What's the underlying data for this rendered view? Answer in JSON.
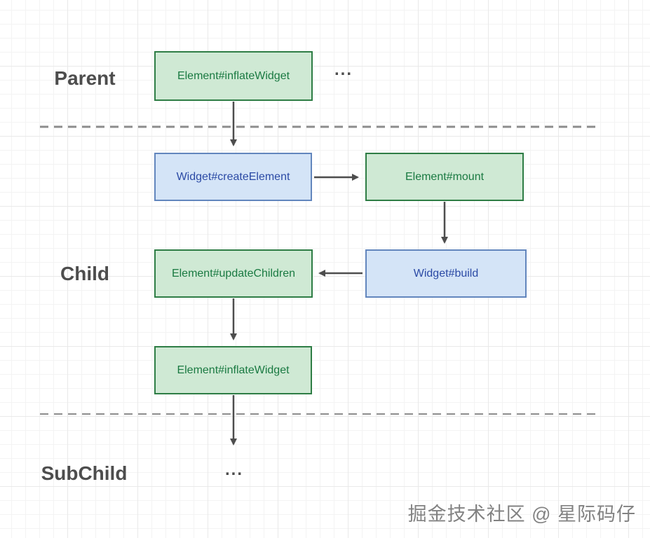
{
  "diagram": {
    "labels": {
      "parent": "Parent",
      "child": "Child",
      "subchild": "SubChild"
    },
    "boxes": {
      "inflate_top": "Element#inflateWidget",
      "create_element": "Widget#createElement",
      "mount": "Element#mount",
      "update_children": "Element#updateChildren",
      "build": "Widget#build",
      "inflate_child": "Element#inflateWidget"
    },
    "ellipsis_top": "...",
    "ellipsis_bottom": "...",
    "watermark": "掘金技术社区 @ 星际码仔",
    "colors": {
      "green_fill": "#cfe9d4",
      "green_border": "#2e7d45",
      "green_text": "#1a7a42",
      "blue_fill": "#d4e4f7",
      "blue_border": "#6286bd",
      "blue_text": "#2b4aa5",
      "arrow": "#4d4d4d",
      "label_text": "#4d4d4d",
      "dash": "#8c8c8c",
      "watermark": "#828282"
    }
  }
}
